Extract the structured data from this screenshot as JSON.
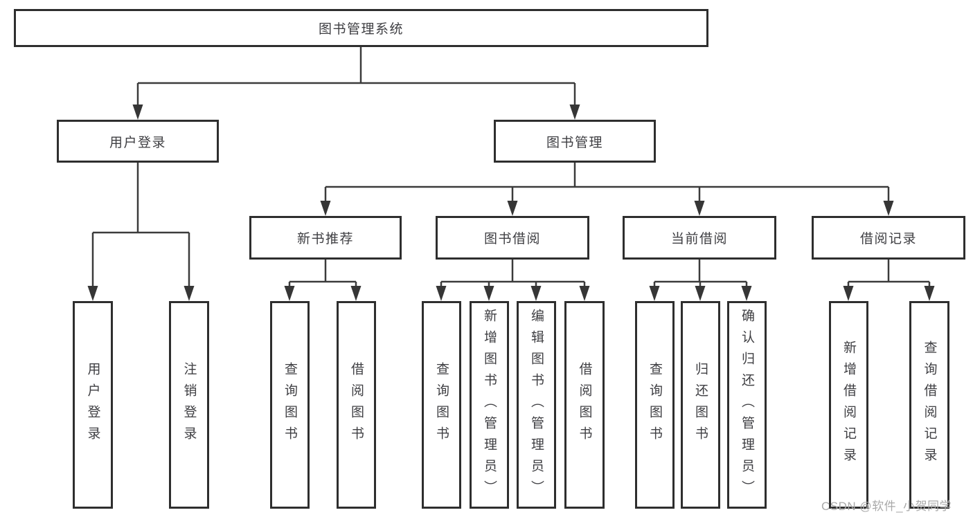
{
  "diagram": {
    "title": "图书管理系统",
    "modules": [
      {
        "label": "用户登录",
        "children": [
          {
            "label": "用户登录"
          },
          {
            "label": "注销登录"
          }
        ]
      },
      {
        "label": "图书管理",
        "children": [
          {
            "label": "新书推荐",
            "children": [
              {
                "label": "查询图书"
              },
              {
                "label": "借阅图书"
              }
            ]
          },
          {
            "label": "图书借阅",
            "children": [
              {
                "label": "查询图书"
              },
              {
                "label": "新增图书（管理员）"
              },
              {
                "label": "编辑图书（管理员）"
              },
              {
                "label": "借阅图书"
              }
            ]
          },
          {
            "label": "当前借阅",
            "children": [
              {
                "label": "查询图书"
              },
              {
                "label": "归还图书"
              },
              {
                "label": "确认归还（管理员）"
              }
            ]
          },
          {
            "label": "借阅记录",
            "children": [
              {
                "label": "新增借阅记录"
              },
              {
                "label": "查询借阅记录"
              }
            ]
          }
        ]
      }
    ]
  },
  "watermark": "CSDN @软件_小贺同学",
  "colors": {
    "line": "#3b3b3b",
    "border": "#2e2e2e",
    "text": "#3e3e42",
    "watermark_text": "#a9a9a9"
  }
}
